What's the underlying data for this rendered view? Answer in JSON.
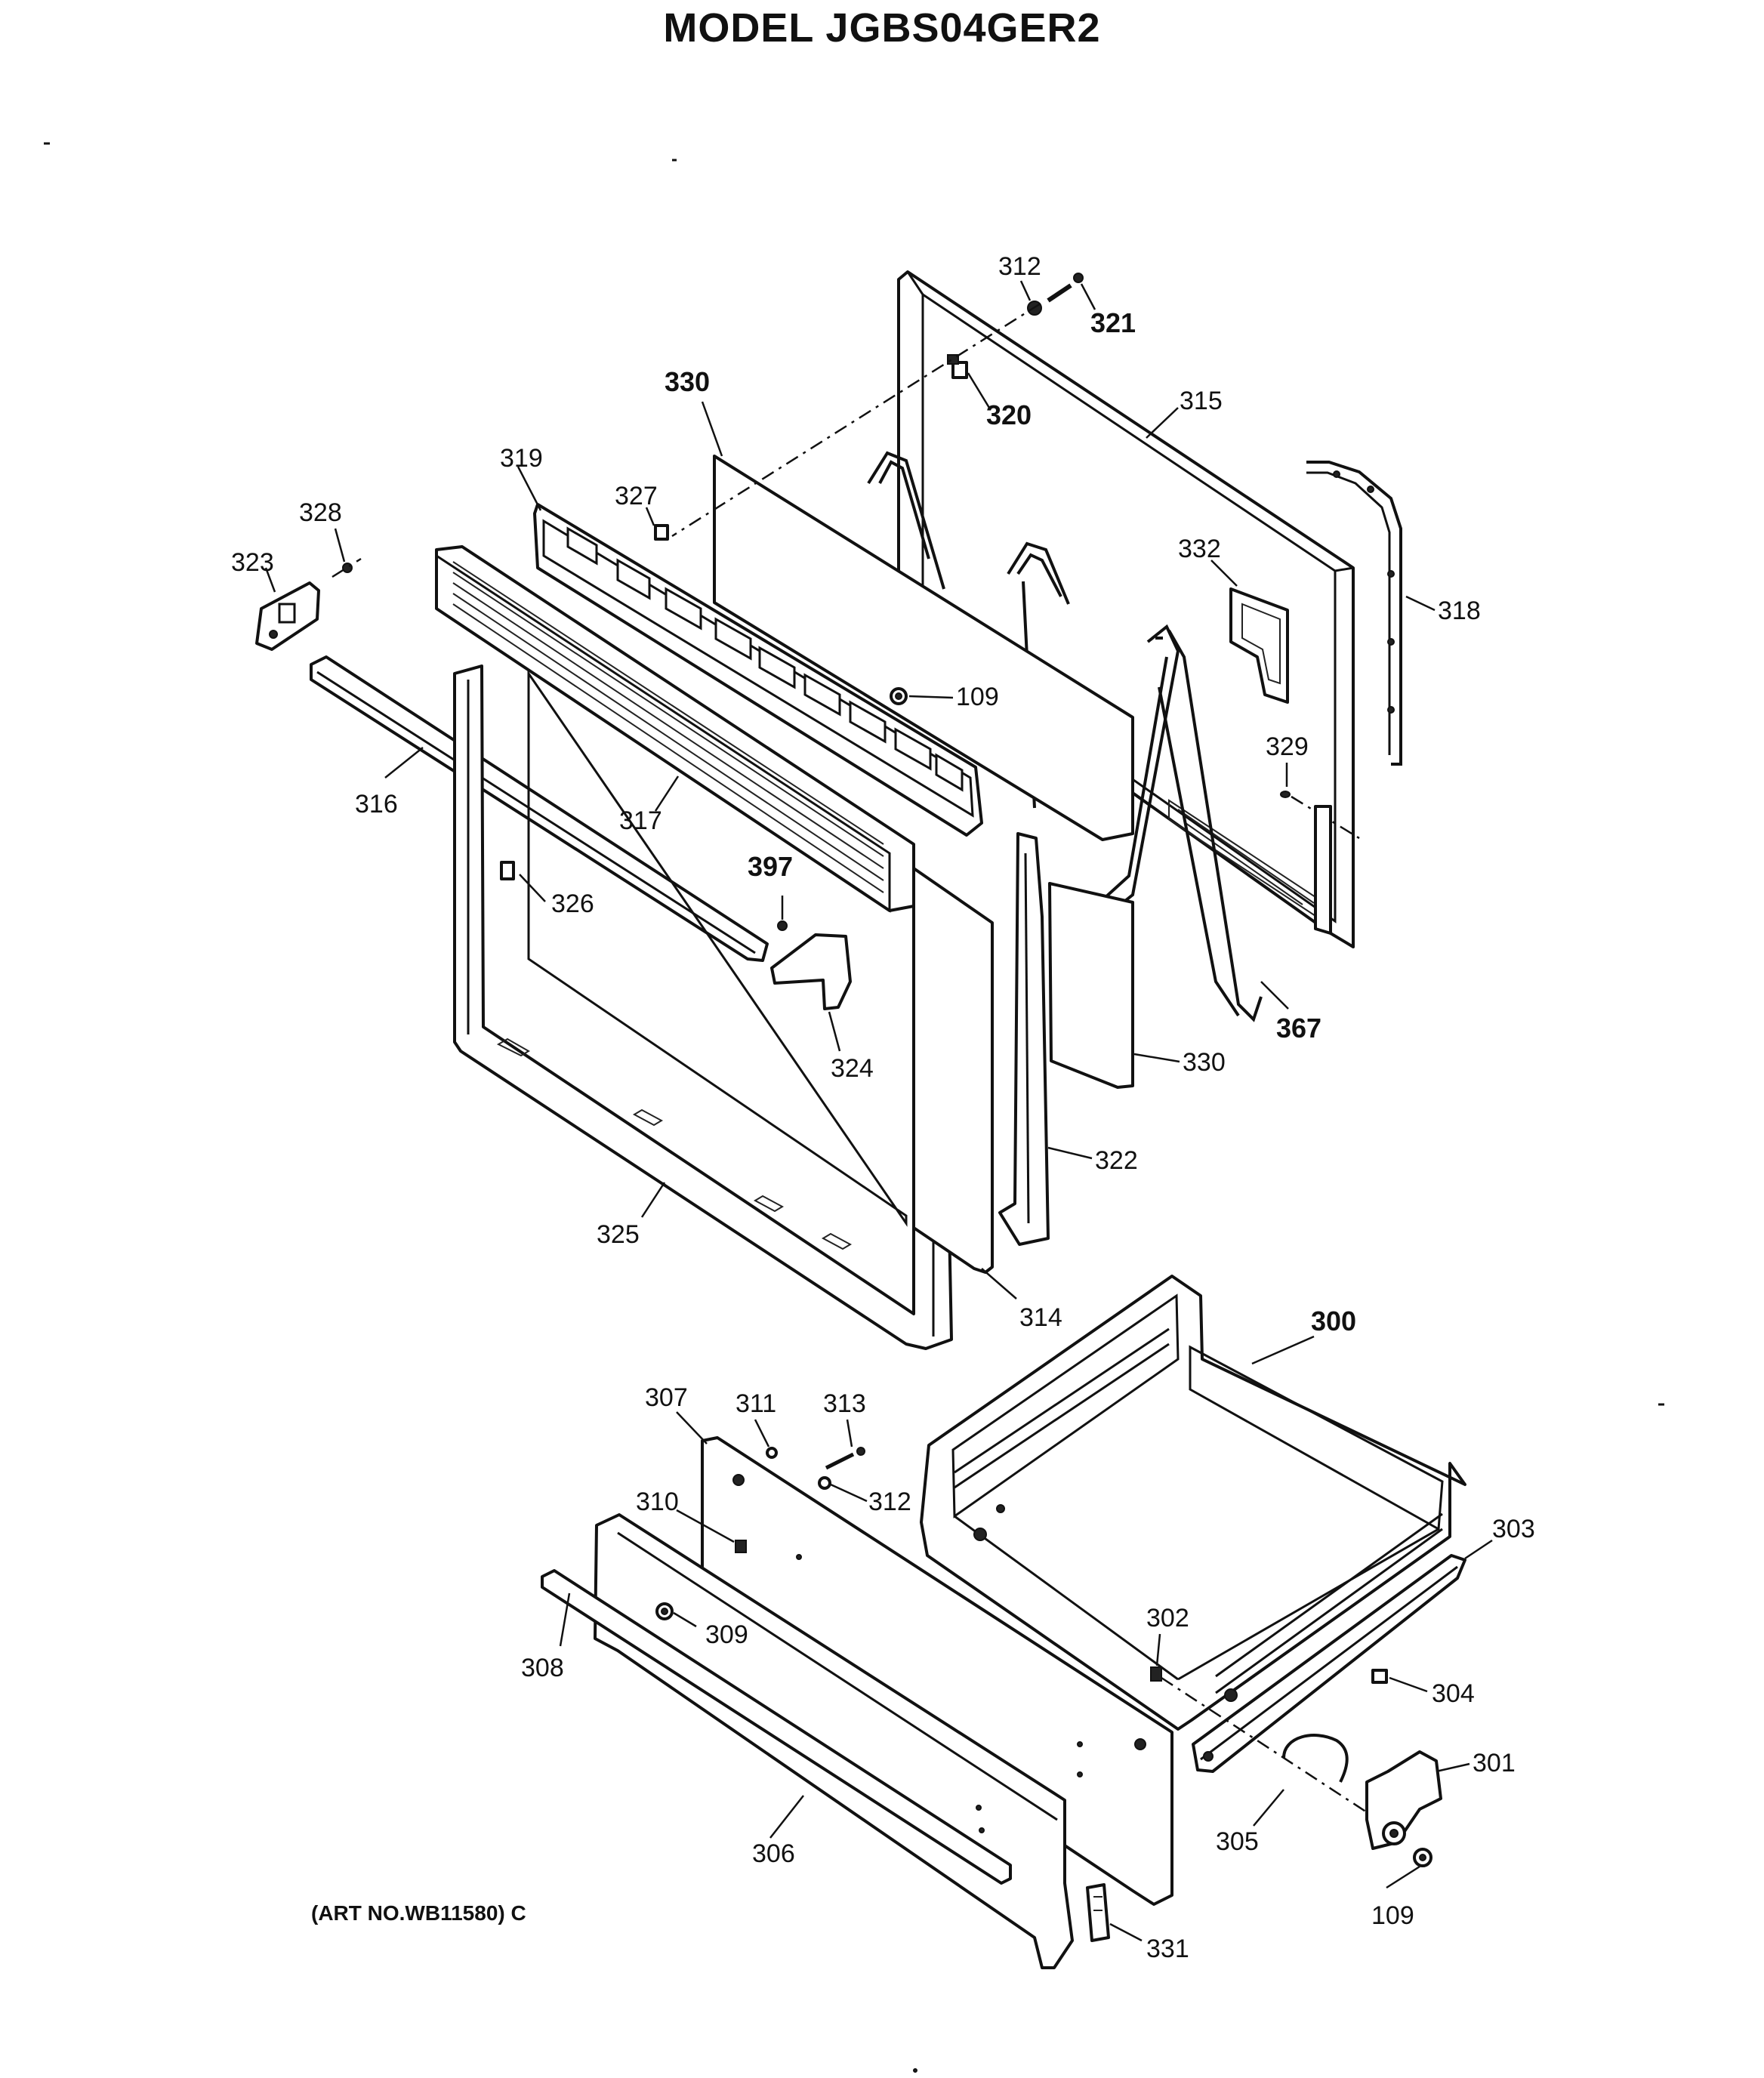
{
  "title": "MODEL JGBS04GER2",
  "art_number": "(ART NO.WB11580) C",
  "callouts": {
    "c312a": "312",
    "c321": "321",
    "c320": "320",
    "c330a": "330",
    "c315": "315",
    "c318": "318",
    "c319": "319",
    "c327": "327",
    "c328": "328",
    "c323": "323",
    "c332": "332",
    "c109a": "109",
    "c329": "329",
    "c316": "316",
    "c317": "317",
    "c397": "397",
    "c326": "326",
    "c367": "367",
    "c330b": "330",
    "c324": "324",
    "c322": "322",
    "c325": "325",
    "c314": "314",
    "c300": "300",
    "c307": "307",
    "c311": "311",
    "c313": "313",
    "c312b": "312",
    "c310": "310",
    "c309": "309",
    "c308": "308",
    "c303": "303",
    "c302": "302",
    "c304": "304",
    "c301": "301",
    "c305": "305",
    "c306": "306",
    "c109b": "109",
    "c331": "331"
  }
}
